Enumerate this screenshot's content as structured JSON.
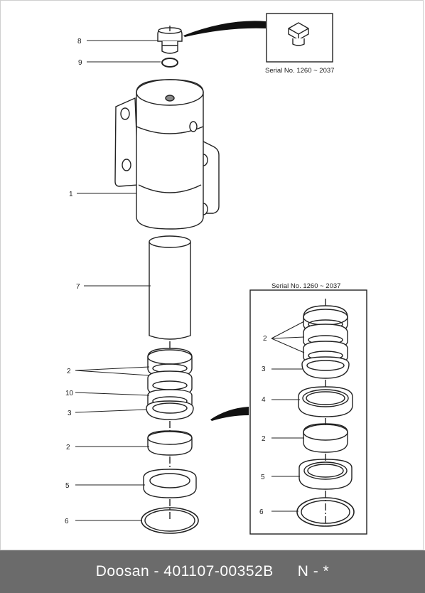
{
  "diagram": {
    "callouts": {
      "c8": "8",
      "c9": "9",
      "c1": "1",
      "c7": "7",
      "c2a": "2",
      "c10": "10",
      "c3a": "3",
      "c2b": "2",
      "c5a": "5",
      "c6a": "6",
      "c2c": "2",
      "c3b": "3",
      "c4": "4",
      "c2d": "2",
      "c5b": "5",
      "c6b": "6"
    },
    "inset_top_caption": "Serial No. 1260 ~ 2037",
    "inset_right_caption": "Serial No. 1260 ~ 2037"
  },
  "footer": {
    "brand_part": "Doosan - 401107-00352B",
    "code": "N - *"
  },
  "colors": {
    "footer_bg": "#6b6b6b",
    "line": "#222222"
  }
}
